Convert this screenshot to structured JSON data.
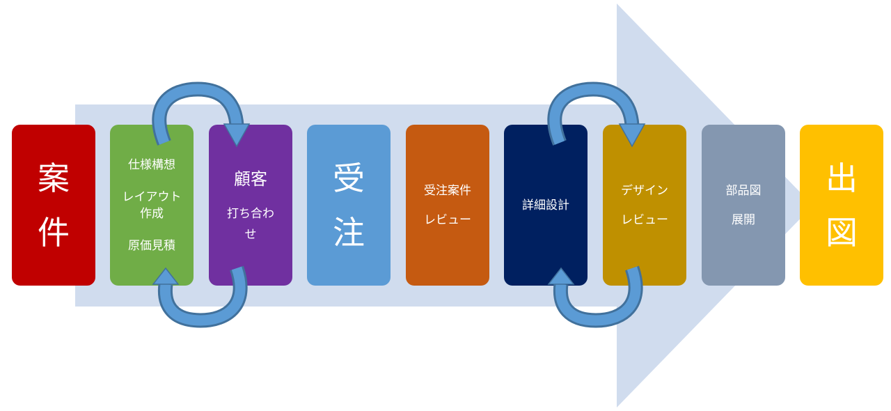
{
  "steps": [
    {
      "id": "anken",
      "lines": [
        "案",
        "件"
      ],
      "color": "#c00000"
    },
    {
      "id": "shiyou",
      "lines": [
        "仕様構想",
        "レイアウト",
        "作成",
        "原価見積"
      ],
      "color": "#70ad47"
    },
    {
      "id": "kokyaku",
      "lines": [
        "顧客",
        "打ち合わ",
        "せ"
      ],
      "color": "#7030a0"
    },
    {
      "id": "juchu",
      "lines": [
        "受",
        "注"
      ],
      "color": "#5b9bd5"
    },
    {
      "id": "review1",
      "lines": [
        "受注案件",
        "レビュー"
      ],
      "color": "#c55a11"
    },
    {
      "id": "shosai",
      "lines": [
        "詳細設計"
      ],
      "color": "#002060"
    },
    {
      "id": "design",
      "lines": [
        "デザイン",
        "レビュー"
      ],
      "color": "#bf9000"
    },
    {
      "id": "buhin",
      "lines": [
        "部品図",
        "展開"
      ],
      "color": "#8497b0"
    },
    {
      "id": "shutsu",
      "lines": [
        "出",
        "図"
      ],
      "color": "#ffc000"
    }
  ],
  "colors": {
    "background_arrow": "#d0dcee",
    "cycle_arrow": "#5b9bd5",
    "cycle_arrow_shade": "#41719c"
  }
}
